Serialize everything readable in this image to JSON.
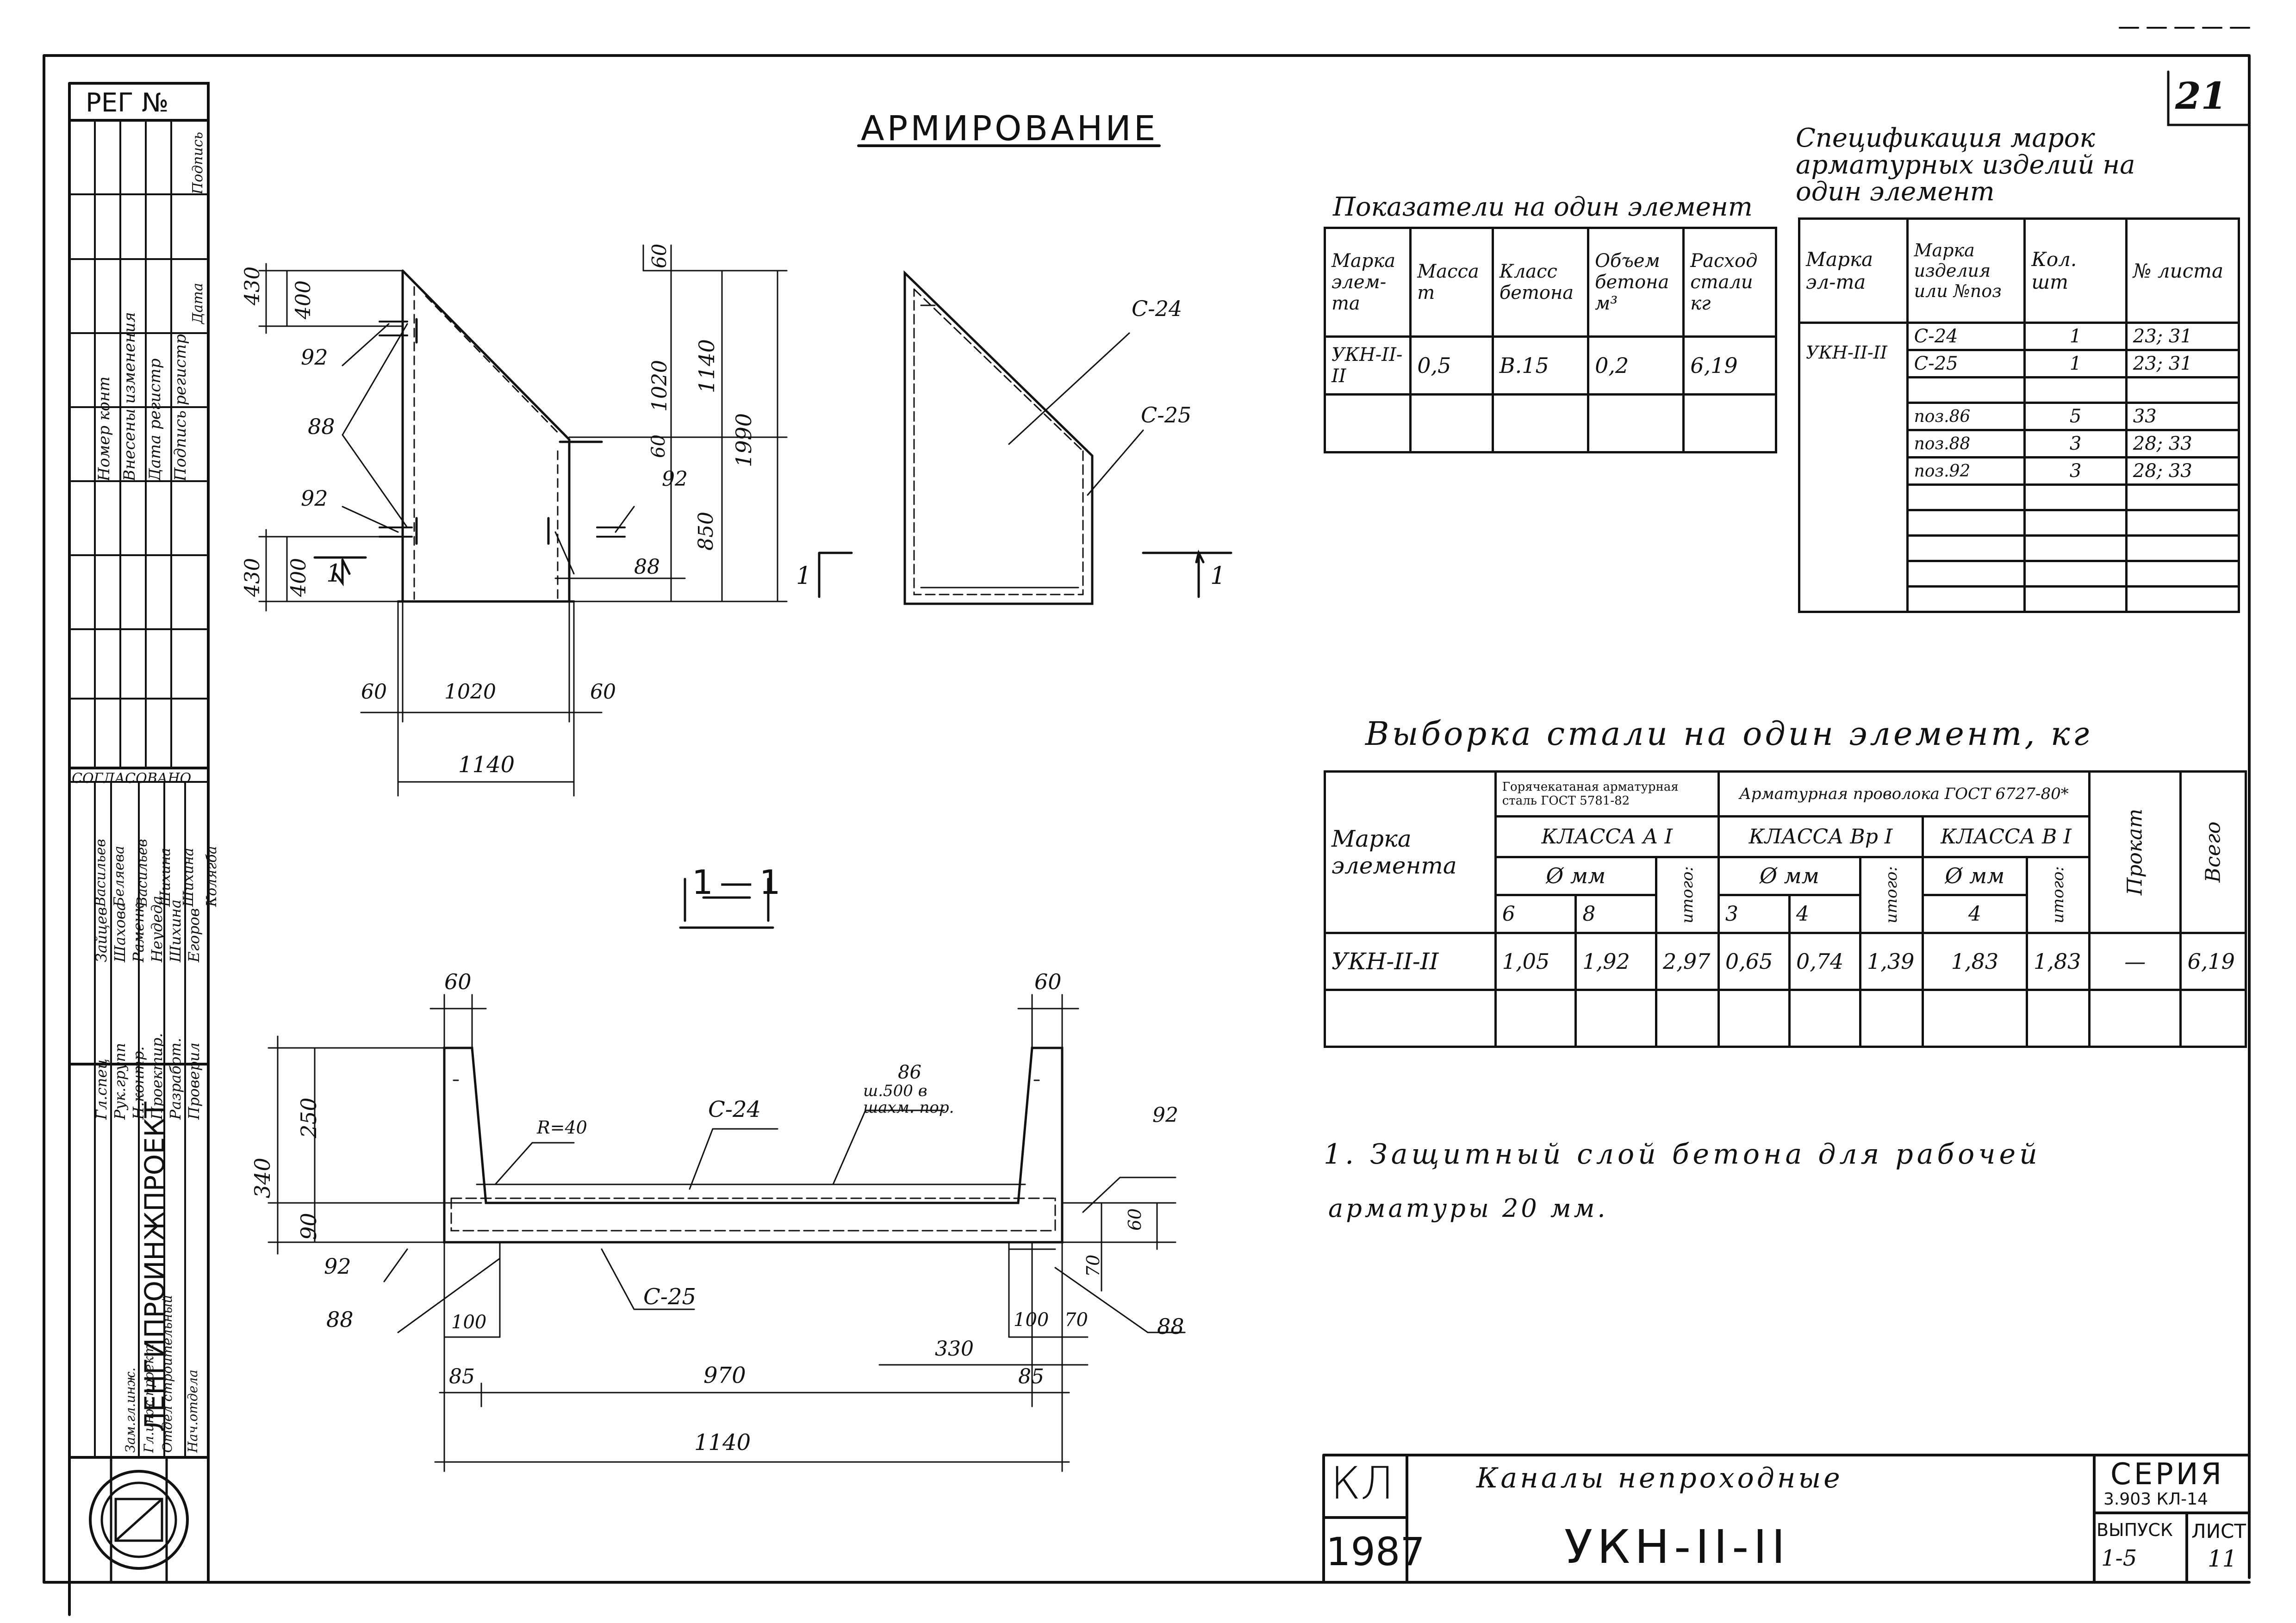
{
  "sheet": {
    "number": "21",
    "title": "АРМИРОВАНИЕ",
    "section_mark": "1—1",
    "section_label": "1"
  },
  "left_stamp": {
    "reg": "РЕГ №",
    "change_headers": [
      "Номер конт",
      "Внесены изменения",
      "Дата регистр",
      "Подпись регистр",
      "Дата",
      "Подпись"
    ],
    "approved": "СОГЛАСОВАНО",
    "approved_names": [
      "Васильев",
      "Беляева",
      "Васильев",
      "Шихина",
      "Шихина",
      "Колягба"
    ],
    "roles": [
      "Гл.спец",
      "Рук.групп",
      "Н.контр.",
      "Проектир.",
      "Разработ.",
      "Проверил"
    ],
    "role_names": [
      "Зайцев",
      "Шахова",
      "Раменк",
      "Неудеда",
      "Шихина",
      "Егоров"
    ],
    "org": "ЛЕНГИПРОИНЖПРОЕКТ",
    "dept": [
      "Зам.гл.инж.",
      "Гл.инж.проект",
      "Отдел строительный",
      "Нач.отдела"
    ]
  },
  "elevation_dims": {
    "d430_top": "430",
    "d400_top": "400",
    "d92_a": "92",
    "d88_a": "88",
    "d92_b": "92",
    "d430_bot": "430",
    "d400_bot": "400",
    "d60_top": "60",
    "d1020_v": "1020",
    "d1140_v": "1140",
    "d1990": "1990",
    "d60_mid": "60",
    "d850": "850",
    "d92_c": "92",
    "d88_b": "88",
    "d60_l": "60",
    "d1020_h": "1020",
    "d60_r": "60",
    "d1140_h": "1140",
    "sec_left": "1",
    "sec_right": "1"
  },
  "frame_labels": {
    "c24": "С-24",
    "c25": "С-25",
    "sec_a": "1",
    "sec_b": "1"
  },
  "section_dims": {
    "d60_l": "60",
    "d60_r": "60",
    "d340": "340",
    "d250": "250",
    "d90": "90",
    "r40": "R=40",
    "c24": "С-24",
    "bar86": "86",
    "bar86_note": "ш.500 в шахм. пор.",
    "d92_r": "92",
    "d60_s": "60",
    "d70_s": "70",
    "d92_l": "92",
    "d88_l": "88",
    "c25": "С-25",
    "d100_l": "100",
    "d100_r": "100",
    "d70_r": "70",
    "d330": "330",
    "d88_r": "88",
    "d85_l": "85",
    "d970": "970",
    "d85_r": "85",
    "d1140": "1140"
  },
  "indicators": {
    "title": "Показатели на один элемент",
    "headers": [
      "Марка элем-та",
      "Масса т",
      "Класс бетона",
      "Объем бетона м³",
      "Расход стали кг"
    ],
    "row": [
      "УКН-II-II",
      "0,5",
      "В.15",
      "0,2",
      "6,19"
    ]
  },
  "spec": {
    "title": "Спецификация марок арматурных изделий на один элемент",
    "headers": [
      "Марка эл-та",
      "Марка изделия или №поз",
      "Кол. шт",
      "№ листа"
    ],
    "mark": "УКН-II-II",
    "rows": [
      [
        "С-24",
        "1",
        "23; 31"
      ],
      [
        "С-25",
        "1",
        "23; 31"
      ],
      [
        "",
        "",
        ""
      ],
      [
        "поз.86",
        "5",
        "33"
      ],
      [
        "поз.88",
        "3",
        "28; 33"
      ],
      [
        "поз.92",
        "3",
        "28; 33"
      ]
    ]
  },
  "steel": {
    "title": "Выборка стали на один элемент, кг",
    "h_mark": "Марка элемента",
    "h_hot": "Горячекатаная арматурная сталь ГОСТ 5781-82",
    "h_wire": "Арматурная проволока ГОСТ 6727-80*",
    "h_a1": "КЛАССА А I",
    "h_vr1": "КЛАССА Вр I",
    "h_v1": "КЛАССА В I",
    "h_dia": "Ø мм",
    "h_total": "итого:",
    "h_prokat": "Прокат",
    "h_all": "Всего",
    "diams": [
      "6",
      "8",
      "3",
      "4",
      "4"
    ],
    "row": [
      "УКН-II-II",
      "1,05",
      "1,92",
      "2,97",
      "0,65",
      "0,74",
      "1,39",
      "1,83",
      "1,83",
      "—",
      "6,19"
    ]
  },
  "note": {
    "line1": "1. Защитный слой бетона для рабочей",
    "line2": "арматуры 20 мм."
  },
  "title_block": {
    "code": "КЛ",
    "year": "1987",
    "name": "Каналы непроходные",
    "element": "УКН-II-II",
    "series_label": "СЕРИЯ",
    "series": "3.903 КЛ-14",
    "issue_label": "ВЫПУСК",
    "issue": "1-5",
    "sheet_label": "ЛИСТ",
    "sheet": "11"
  }
}
